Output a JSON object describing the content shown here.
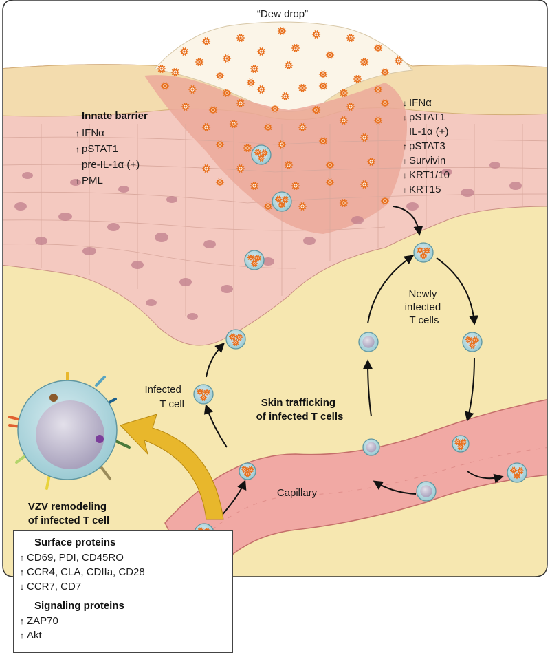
{
  "labels": {
    "dew_drop": "“Dew drop”",
    "innate_barrier": "Innate barrier",
    "infected_t_cell": [
      "Infected",
      "T cell"
    ],
    "newly_infected": [
      "Newly",
      "infected",
      "T cells"
    ],
    "skin_trafficking": [
      "Skin trafficking",
      "of infected T cells"
    ],
    "capillary": "Capillary",
    "vzv_remodeling": [
      "VZV remodeling",
      "of infected T cell"
    ]
  },
  "innate_list": [
    {
      "arrow": "up",
      "text": "IFNα"
    },
    {
      "arrow": "up",
      "text": "pSTAT1"
    },
    {
      "arrow": "none",
      "text": "pre-IL-1α (+)"
    },
    {
      "arrow": "up",
      "text": "PML"
    }
  ],
  "lesion_list": [
    {
      "arrow": "down",
      "text": "IFNα"
    },
    {
      "arrow": "down",
      "text": "pSTAT1"
    },
    {
      "arrow": "none",
      "text": "IL-1α (+)"
    },
    {
      "arrow": "up",
      "text": "pSTAT3"
    },
    {
      "arrow": "up",
      "text": "Survivin"
    },
    {
      "arrow": "down",
      "text": "KRT1/10"
    },
    {
      "arrow": "up",
      "text": "KRT15"
    }
  ],
  "legend": {
    "surface_title": "Surface proteins",
    "surface": [
      {
        "arrow": "up",
        "text": "CD69, PDI, CD45RO"
      },
      {
        "arrow": "up",
        "text": "CCR4, CLA, CDIIa, CD28"
      },
      {
        "arrow": "down",
        "text": "CCR7, CD7"
      }
    ],
    "signaling_title": "Signaling proteins",
    "signaling": [
      {
        "arrow": "up",
        "text": "ZAP70"
      },
      {
        "arrow": "up",
        "text": "Akt"
      }
    ]
  },
  "colors": {
    "stratum_corneum": "#f3dcae",
    "epidermis": "#f4c9c0",
    "lesion": "#eba99a",
    "dermis": "#f6e7b0",
    "capillary": "#f1a9a4",
    "tcell": "#b9dde3",
    "virus": "#e8711f",
    "remodel_arrow": "#e8b72c"
  }
}
